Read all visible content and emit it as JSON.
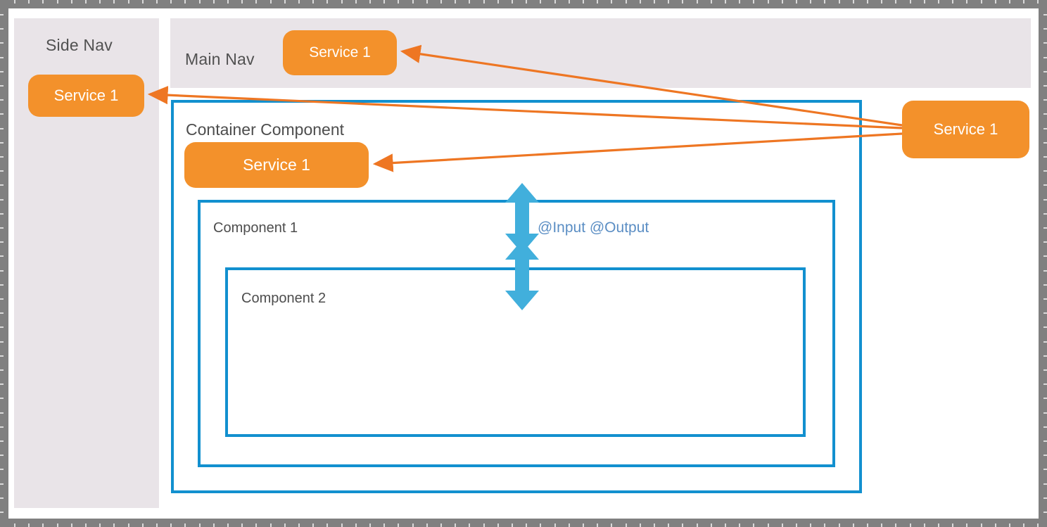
{
  "diagram": {
    "title": "Angular component and service architecture diagram",
    "colors": {
      "service_orange": "#f3912b",
      "arrow_orange": "#ee7623",
      "component_blue": "#1290cf",
      "io_arrow_blue": "#41afdc",
      "io_label_blue": "#5b8ec4",
      "panel_gray": "#e9e4e8",
      "frame_gray": "#808080",
      "text_gray": "#4d4d4d"
    }
  },
  "side_nav": {
    "label": "Side Nav",
    "service": {
      "label": "Service 1",
      "name": "service-1-side-nav"
    }
  },
  "main_nav": {
    "label": "Main Nav",
    "service": {
      "label": "Service 1",
      "name": "service-1-main-nav"
    }
  },
  "container_component": {
    "label": "Container Component",
    "service": {
      "label": "Service 1",
      "name": "service-1-container"
    }
  },
  "component_1": {
    "label": "Component 1"
  },
  "component_2": {
    "label": "Component 2"
  },
  "io_binding": {
    "label": "@Input @Output",
    "arrow_count": 2,
    "arrow_direction": "bidirectional"
  },
  "root_service": {
    "label": "Service 1",
    "name": "service-1-root",
    "arrow_targets": [
      "service-1-side-nav",
      "service-1-main-nav",
      "service-1-container"
    ]
  },
  "arrows": [
    {
      "name": "arrow-to-side-nav-service",
      "from": "root-service",
      "to": "service-1-side-nav"
    },
    {
      "name": "arrow-to-main-nav-service",
      "from": "root-service",
      "to": "service-1-main-nav"
    },
    {
      "name": "arrow-to-container-service",
      "from": "root-service",
      "to": "service-1-container"
    }
  ]
}
